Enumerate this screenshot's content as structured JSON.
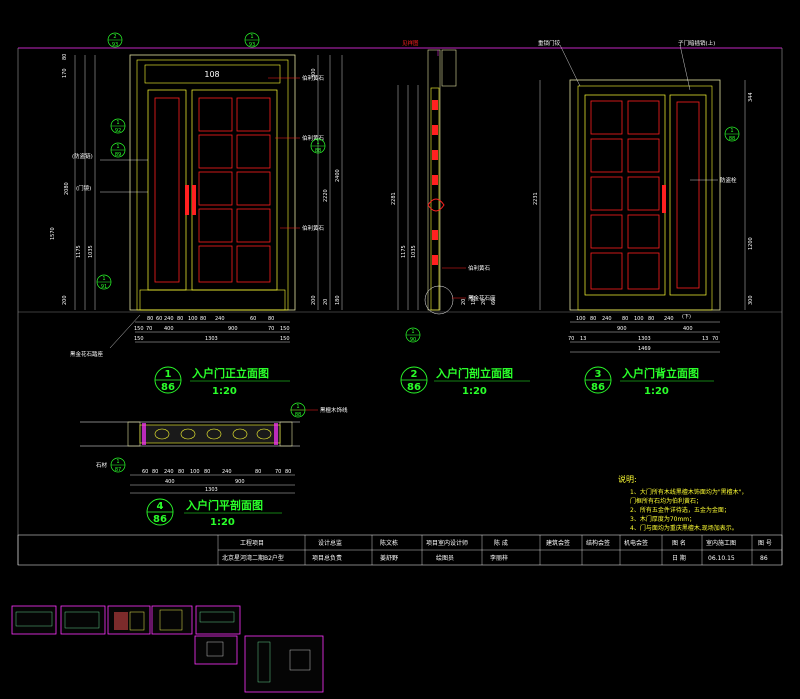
{
  "views": [
    {
      "num": "1",
      "sheet": "86",
      "title": "入户门正立面图",
      "scale": "1:20"
    },
    {
      "num": "2",
      "sheet": "86",
      "title": "入户门剖立面图",
      "scale": "1:20"
    },
    {
      "num": "3",
      "sheet": "86",
      "title": "入户门背立面图",
      "scale": "1:20"
    },
    {
      "num": "4",
      "sheet": "86",
      "title": "入户门平剖面图",
      "scale": "1:20"
    }
  ],
  "front": {
    "door_no": "108",
    "labels": {
      "stone1": "伯利黄石",
      "stone2": "伯利黄石",
      "stone3": "伯利黄石",
      "antitheft": "(防盗链)",
      "eye": "(门镜)",
      "sill": "黑金花石踏座"
    },
    "tags": [
      {
        "n": "2",
        "s": "93"
      },
      {
        "n": "1",
        "s": "93"
      },
      {
        "n": "1",
        "s": "92"
      },
      {
        "n": "1",
        "s": "89"
      },
      {
        "n": "1",
        "s": "88"
      },
      {
        "n": "1",
        "s": "91"
      }
    ],
    "dims_bottom1": [
      "80",
      "60",
      "240",
      "80",
      "100",
      "80",
      "240",
      "60",
      "80"
    ],
    "dims_bottom2": [
      "150",
      "70",
      "400",
      "900",
      "70",
      "150"
    ],
    "dims_bottom3": [
      "150",
      "1303",
      "150"
    ],
    "dims_left": [
      "170",
      "80",
      "2080",
      "1175",
      "1035",
      "1570",
      "200"
    ],
    "dims_right": [
      "300",
      "2400",
      "2220",
      "200",
      "20",
      "180"
    ]
  },
  "section": {
    "top_label": "见祥图",
    "labels": {
      "stone": "伯利黄石",
      "sill": "黑金花石座"
    },
    "tag": {
      "n": "1",
      "s": "90"
    },
    "dims": [
      "2281",
      "1175",
      "1035",
      "20",
      "180",
      "20",
      "60"
    ]
  },
  "back": {
    "labels": {
      "hinge": "重锁门铰",
      "bolt": "子门暗插销(上)",
      "lock": "防盗栓"
    },
    "tag": {
      "n": "1",
      "s": "88"
    },
    "dims_bottom1": [
      "100",
      "80",
      "240",
      "80",
      "100",
      "80",
      "240",
      "(下)"
    ],
    "dims_bottom2": [
      "400",
      "900"
    ],
    "dims_bottom3": [
      "70",
      "13",
      "1303",
      "13",
      "70"
    ],
    "dims_bottom4": [
      "1469"
    ],
    "dims_left": [
      "2231"
    ],
    "dims_right": [
      "344",
      "1200",
      "300"
    ]
  },
  "plan": {
    "labels": {
      "wood": "黑檀木饰线",
      "stone": "石材"
    },
    "tags": [
      {
        "n": "1",
        "s": "88"
      },
      {
        "n": "1",
        "s": "87"
      }
    ],
    "dims_bottom1": [
      "60",
      "80",
      "240",
      "80",
      "100",
      "80",
      "240",
      "80",
      "70",
      "80"
    ],
    "dims_bottom2": [
      "400",
      "900"
    ],
    "dims_bottom3": [
      "1303"
    ]
  },
  "notes": {
    "title": "说明:",
    "lines": [
      "1、大门所有木线黑檀木饰面均为\"黑檀木\"，",
      "   门框所有石均为伯利黄石；",
      "2、所有五金件详待选，五金为金面；",
      "3、木门厚度为70mm；",
      "4、门与面均为重庆黑檀木,现场加表示。"
    ]
  },
  "title_block": {
    "project_label": "工程项目",
    "design_chief": "设计总监",
    "design_chief_name": "陈文栋",
    "interior_designer": "项目室内设计师",
    "interior_designer_name": "陈 成",
    "arch_sign": "建筑会签",
    "struct_sign": "结构会签",
    "mep_sign": "机电会签",
    "drawing_name_label": "图 名",
    "drawing_name": "室内施工图",
    "sheet_no_label": "图 号",
    "project_name": "北京星河湾二期B2户型",
    "project_lead": "项目总负责",
    "project_lead_name": "姜舒野",
    "drafter": "绘图员",
    "drafter_name": "李丽梓",
    "date_label": "日 期",
    "date": "06.10.15",
    "sheet_no": "86"
  },
  "colors": {
    "green": "#2aff2a",
    "yellow": "#ffff33",
    "red": "#ff2020",
    "cyan": "#00ffff",
    "magenta": "#ff33ff",
    "orange": "#e06020",
    "gray": "#999999"
  }
}
